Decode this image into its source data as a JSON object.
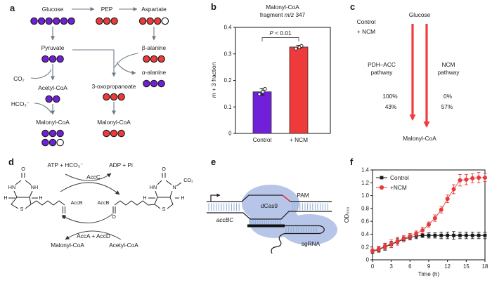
{
  "colors": {
    "purple": "#711fd8",
    "red": "#ee3a3a",
    "white": "#ffffff",
    "outline": "#1a1a1a",
    "gray_arrow": "#6f7b87",
    "light_blue": "#b7c6e8",
    "tick_blue": "#8ea9d6",
    "dcas9_text": "#1e2a44",
    "arrow_red": "#f03c3c"
  },
  "panel_a": {
    "label": "a",
    "nodes": {
      "glucose": "Glucose",
      "pep": "PEP",
      "aspartate": "Aspartate",
      "pyruvate": "Pyruvate",
      "beta_alanine": "β-alanine",
      "alpha_alanine": "α-alanine",
      "co2": "CO₂",
      "acetyl_coa": "Acetyl-CoA",
      "oxopropanoate": "3-oxopropanoate",
      "hco3": "HCO₃⁻",
      "malonyl_left": "Malonyl-CoA",
      "malonyl_right": "Malonyl-CoA"
    },
    "dots": {
      "glucose": [
        "purple",
        "purple",
        "purple",
        "purple",
        "purple",
        "purple"
      ],
      "pep": [
        "red",
        "red",
        "red"
      ],
      "aspartate": [
        "red",
        "red",
        "red",
        "white"
      ],
      "pyruvate": [
        "purple",
        "purple",
        "purple"
      ],
      "beta_alanine": [
        "red",
        "red",
        "red"
      ],
      "alpha_alanine": [
        "purple",
        "purple",
        "purple"
      ],
      "acetyl_coa": [
        "purple",
        "purple"
      ],
      "oxopropanoate": [
        "red",
        "red",
        "red"
      ],
      "malonyl_left_r1": [
        "purple",
        "purple",
        "purple"
      ],
      "malonyl_left_r2": [
        "purple",
        "purple",
        "white"
      ],
      "malonyl_right": [
        "red",
        "red",
        "red"
      ]
    }
  },
  "panel_b": {
    "label": "b",
    "title_l1": "Malonyl-CoA",
    "title_l2a": "fragment ",
    "title_l2b": "m/z",
    "title_l2c": " 347",
    "ylabel_italic": "m",
    "ylabel_rest": " + 3 fraction",
    "p_italic": "P",
    "p_rest": " < 0.01",
    "chart_data": {
      "type": "bar",
      "title": "Malonyl-CoA fragment m/z 347",
      "ylabel": "m + 3 fraction",
      "categories": [
        "Control",
        "+ NCM"
      ],
      "values": [
        0.157,
        0.326
      ],
      "errors": [
        0.012,
        0.006
      ],
      "points": [
        [
          0.148,
          0.157,
          0.168
        ],
        [
          0.32,
          0.325,
          0.33
        ]
      ],
      "bar_colors": [
        "#711fd8",
        "#ee3a3a"
      ],
      "ylim": [
        0,
        0.4
      ],
      "yticks": [
        "0",
        "0.1",
        "0.2",
        "0.3",
        "0.4"
      ],
      "annotation": "P < 0.01"
    }
  },
  "panel_c": {
    "label": "c",
    "legend_control": "Control",
    "legend_ncm": "+ NCM",
    "glucose": "Glucose",
    "left_pathway_l1": "PDH–ACC",
    "left_pathway_l2": "pathway",
    "right_pathway_l1": "NCM",
    "right_pathway_l2": "pathway",
    "left_pct_control": "100%",
    "left_pct_ncm": "43%",
    "right_pct_control": "0%",
    "right_pct_ncm": "57%",
    "product": "Malonyl-CoA"
  },
  "panel_d": {
    "label": "d",
    "atp": "ATP + HCO₃⁻",
    "adp": "ADP + Pi",
    "accc": "AccC",
    "accb": "AccB",
    "acca_accd": "AccA + AccD",
    "malonyl": "Malonyl-CoA",
    "acetyl": "Acetyl-CoA",
    "o": "O",
    "s": "S",
    "h": "H",
    "hn": "HN",
    "nh": "NH",
    "n": "N",
    "co2": "CO₂"
  },
  "panel_e": {
    "label": "e",
    "dcas9": "dCas9",
    "pam": "PAM",
    "gene": "accBC",
    "sgrna": "sgRNA"
  },
  "panel_f": {
    "label": "f",
    "chart_data": {
      "type": "line",
      "xlabel": "Time (h)",
      "ylabel": "OD₅₅₀",
      "xlim": [
        0,
        18
      ],
      "ylim": [
        0,
        1.4
      ],
      "xticks": [
        "0",
        "3",
        "6",
        "9",
        "12",
        "15",
        "18"
      ],
      "yticks": [
        "0",
        "0.2",
        "0.4",
        "0.6",
        "0.8",
        "1.0",
        "1.2",
        "1.4"
      ],
      "legend_position": "top-left",
      "x": [
        0,
        1,
        2,
        3,
        4,
        5,
        6,
        7,
        8,
        9,
        10,
        11,
        12,
        13,
        14,
        15,
        16,
        17,
        18
      ],
      "series": [
        {
          "name": "Control",
          "color": "#1a1a1a",
          "marker": "square",
          "values": [
            0.13,
            0.16,
            0.2,
            0.24,
            0.28,
            0.32,
            0.35,
            0.37,
            0.38,
            0.38,
            0.38,
            0.38,
            0.38,
            0.38,
            0.38,
            0.38,
            0.38,
            0.38,
            0.38
          ],
          "errors": [
            0.03,
            0.04,
            0.05,
            0.05,
            0.05,
            0.04,
            0.04,
            0.04,
            0.03,
            0.04,
            0.04,
            0.05,
            0.05,
            0.06,
            0.05,
            0.05,
            0.05,
            0.05,
            0.05
          ]
        },
        {
          "name": "+NCM",
          "color": "#e83a3a",
          "marker": "circle",
          "values": [
            0.14,
            0.17,
            0.21,
            0.25,
            0.29,
            0.33,
            0.37,
            0.41,
            0.46,
            0.55,
            0.65,
            0.78,
            0.95,
            1.1,
            1.24,
            1.25,
            1.27,
            1.28,
            1.28
          ],
          "errors": [
            0.03,
            0.04,
            0.05,
            0.06,
            0.06,
            0.05,
            0.04,
            0.04,
            0.05,
            0.04,
            0.05,
            0.05,
            0.06,
            0.07,
            0.09,
            0.08,
            0.07,
            0.08,
            0.06
          ]
        }
      ]
    }
  }
}
